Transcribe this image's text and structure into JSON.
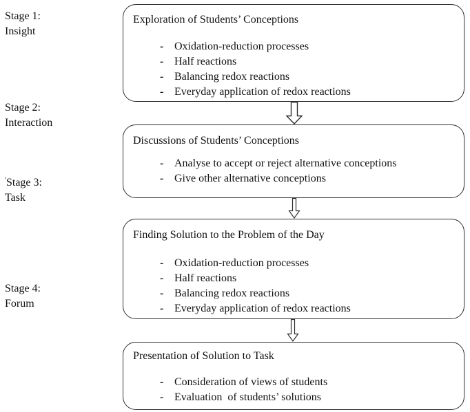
{
  "diagram": {
    "description": "Four-stage instructional flowchart on redox reactions"
  },
  "stages": [
    {
      "line1": "Stage 1:",
      "line2": "Insight"
    },
    {
      "line1": "Stage 2:",
      "line2": "Interaction"
    },
    {
      "prefix": "'",
      "line1": "Stage 3:",
      "line2": "Task"
    },
    {
      "line1": "Stage 4:",
      "line2": "Forum"
    }
  ],
  "bullet_char": "-",
  "boxes": [
    {
      "title": "Exploration of Students’ Conceptions",
      "items": [
        "Oxidation-reduction processes",
        "Half reactions",
        "Balancing redox reactions",
        "Everyday application of redox reactions"
      ]
    },
    {
      "title": "Discussions of Students’ Conceptions",
      "items": [
        "Analyse to accept or reject alternative conceptions",
        "Give other alternative conceptions"
      ]
    },
    {
      "title": "Finding Solution to the Problem of the Day",
      "items": [
        "Oxidation-reduction processes",
        "Half reactions",
        "Balancing redox reactions",
        "Everyday application of redox reactions"
      ]
    },
    {
      "title": "Presentation of Solution to Task",
      "items": [
        "Consideration of views of students",
        "Evaluation  of students’ solutions"
      ]
    }
  ],
  "colors": {
    "line": "#2e2e2e",
    "text": "#111111",
    "background": "#ffffff",
    "arrow_fill": "#ffffff"
  }
}
